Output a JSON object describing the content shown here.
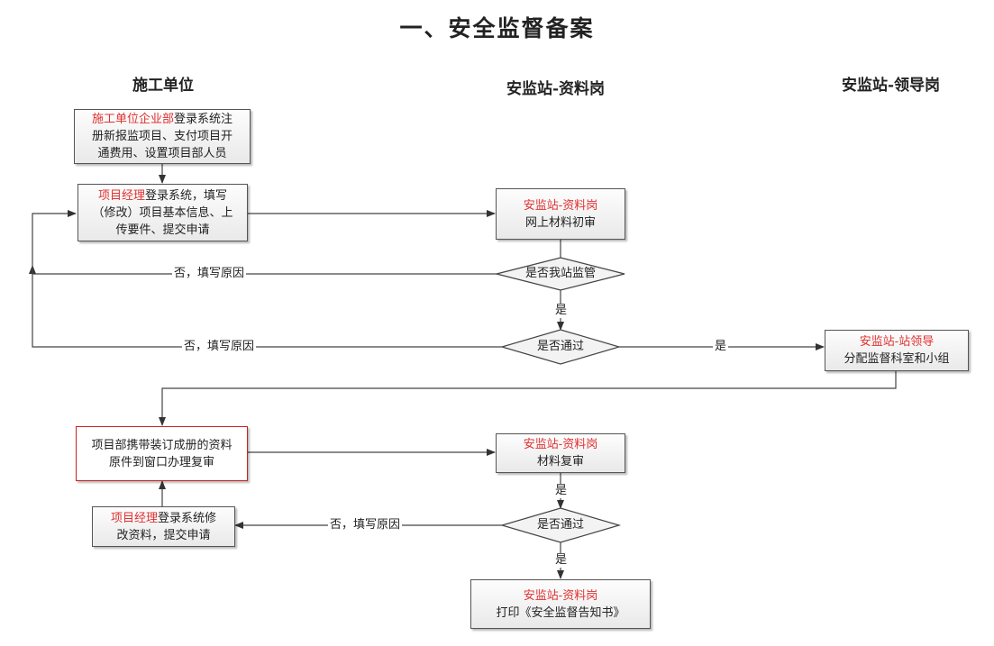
{
  "title": "一、安全监督备案",
  "lanes": {
    "builder": "施工单位",
    "data_post": "安监站-资料岗",
    "leader_post": "安监站-领导岗"
  },
  "nodes": {
    "company_login": {
      "highlight": "施工单位企业部",
      "line1_rest": "登录系统注",
      "line2": "册新报监项目、支付项目开",
      "line3": "通费用、设置项目部人员"
    },
    "pm_fill": {
      "highlight": "项目经理",
      "line1_rest": "登录系统，填写",
      "line2": "（修改）项目基本信息、上",
      "line3": "传要件、提交申请"
    },
    "initial_review": {
      "role": "安监站-资料岗",
      "task": "网上材料初审"
    },
    "decision_supervise": "是否我站监管",
    "decision_pass1": "是否通过",
    "leader_assign": {
      "role": "安监站-站领导",
      "task": "分配监督科室和小组"
    },
    "bring_originals": {
      "line1": "项目部携带装订成册的资料",
      "line2": "原件到窗口办理复审"
    },
    "re_review": {
      "role": "安监站-资料岗",
      "task": "材料复审"
    },
    "decision_pass2": "是否通过",
    "pm_modify": {
      "highlight": "项目经理",
      "line1_rest": "登录系统修",
      "line2": "改资料，提交申请"
    },
    "print_notice": {
      "role": "安监站-资料岗",
      "task": "打印《安全监督告知书》"
    }
  },
  "edge_labels": {
    "no_reason_1": "否，填写原因",
    "no_reason_2": "否，填写原因",
    "no_reason_3": "否，填写原因",
    "yes_1": "是",
    "yes_2": "是",
    "yes_3": "是",
    "yes_4": "是"
  },
  "colors": {
    "highlight": "#e03030",
    "line": "#444444",
    "box_border": "#555555",
    "red_border": "#cc2222"
  }
}
